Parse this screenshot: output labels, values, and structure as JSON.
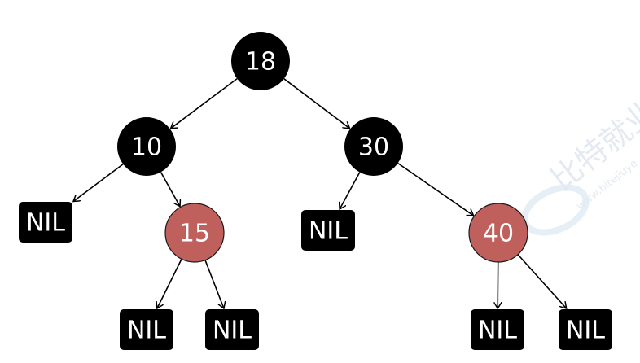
{
  "tree": {
    "nodes": [
      {
        "id": "n18",
        "label": "18",
        "color": "black"
      },
      {
        "id": "n10",
        "label": "10",
        "color": "black"
      },
      {
        "id": "n30",
        "label": "30",
        "color": "black"
      },
      {
        "id": "n15",
        "label": "15",
        "color": "red"
      },
      {
        "id": "n40",
        "label": "40",
        "color": "red"
      }
    ],
    "leaves": [
      {
        "id": "nil-a",
        "label": "NIL"
      },
      {
        "id": "nil-b",
        "label": "NIL"
      },
      {
        "id": "nil-c",
        "label": "NIL"
      },
      {
        "id": "nil-d",
        "label": "NIL"
      },
      {
        "id": "nil-e",
        "label": "NIL"
      },
      {
        "id": "nil-f",
        "label": "NIL"
      }
    ],
    "edges": [
      {
        "from": "n18",
        "to": "n10"
      },
      {
        "from": "n18",
        "to": "n30"
      },
      {
        "from": "n10",
        "to": "nil-a"
      },
      {
        "from": "n10",
        "to": "n15"
      },
      {
        "from": "n30",
        "to": "nil-d"
      },
      {
        "from": "n30",
        "to": "n40"
      },
      {
        "from": "n15",
        "to": "nil-b"
      },
      {
        "from": "n15",
        "to": "nil-c"
      },
      {
        "from": "n40",
        "to": "nil-e"
      },
      {
        "from": "n40",
        "to": "nil-f"
      }
    ]
  },
  "colors": {
    "black": "#000000",
    "red": "#c0605c",
    "red_stroke": "#1a1a1a",
    "leaf_fill": "#000000",
    "text": "#ffffff",
    "edge": "#000000"
  },
  "watermark": {
    "brand": "比特就业",
    "url": "www.bitejiuye"
  }
}
